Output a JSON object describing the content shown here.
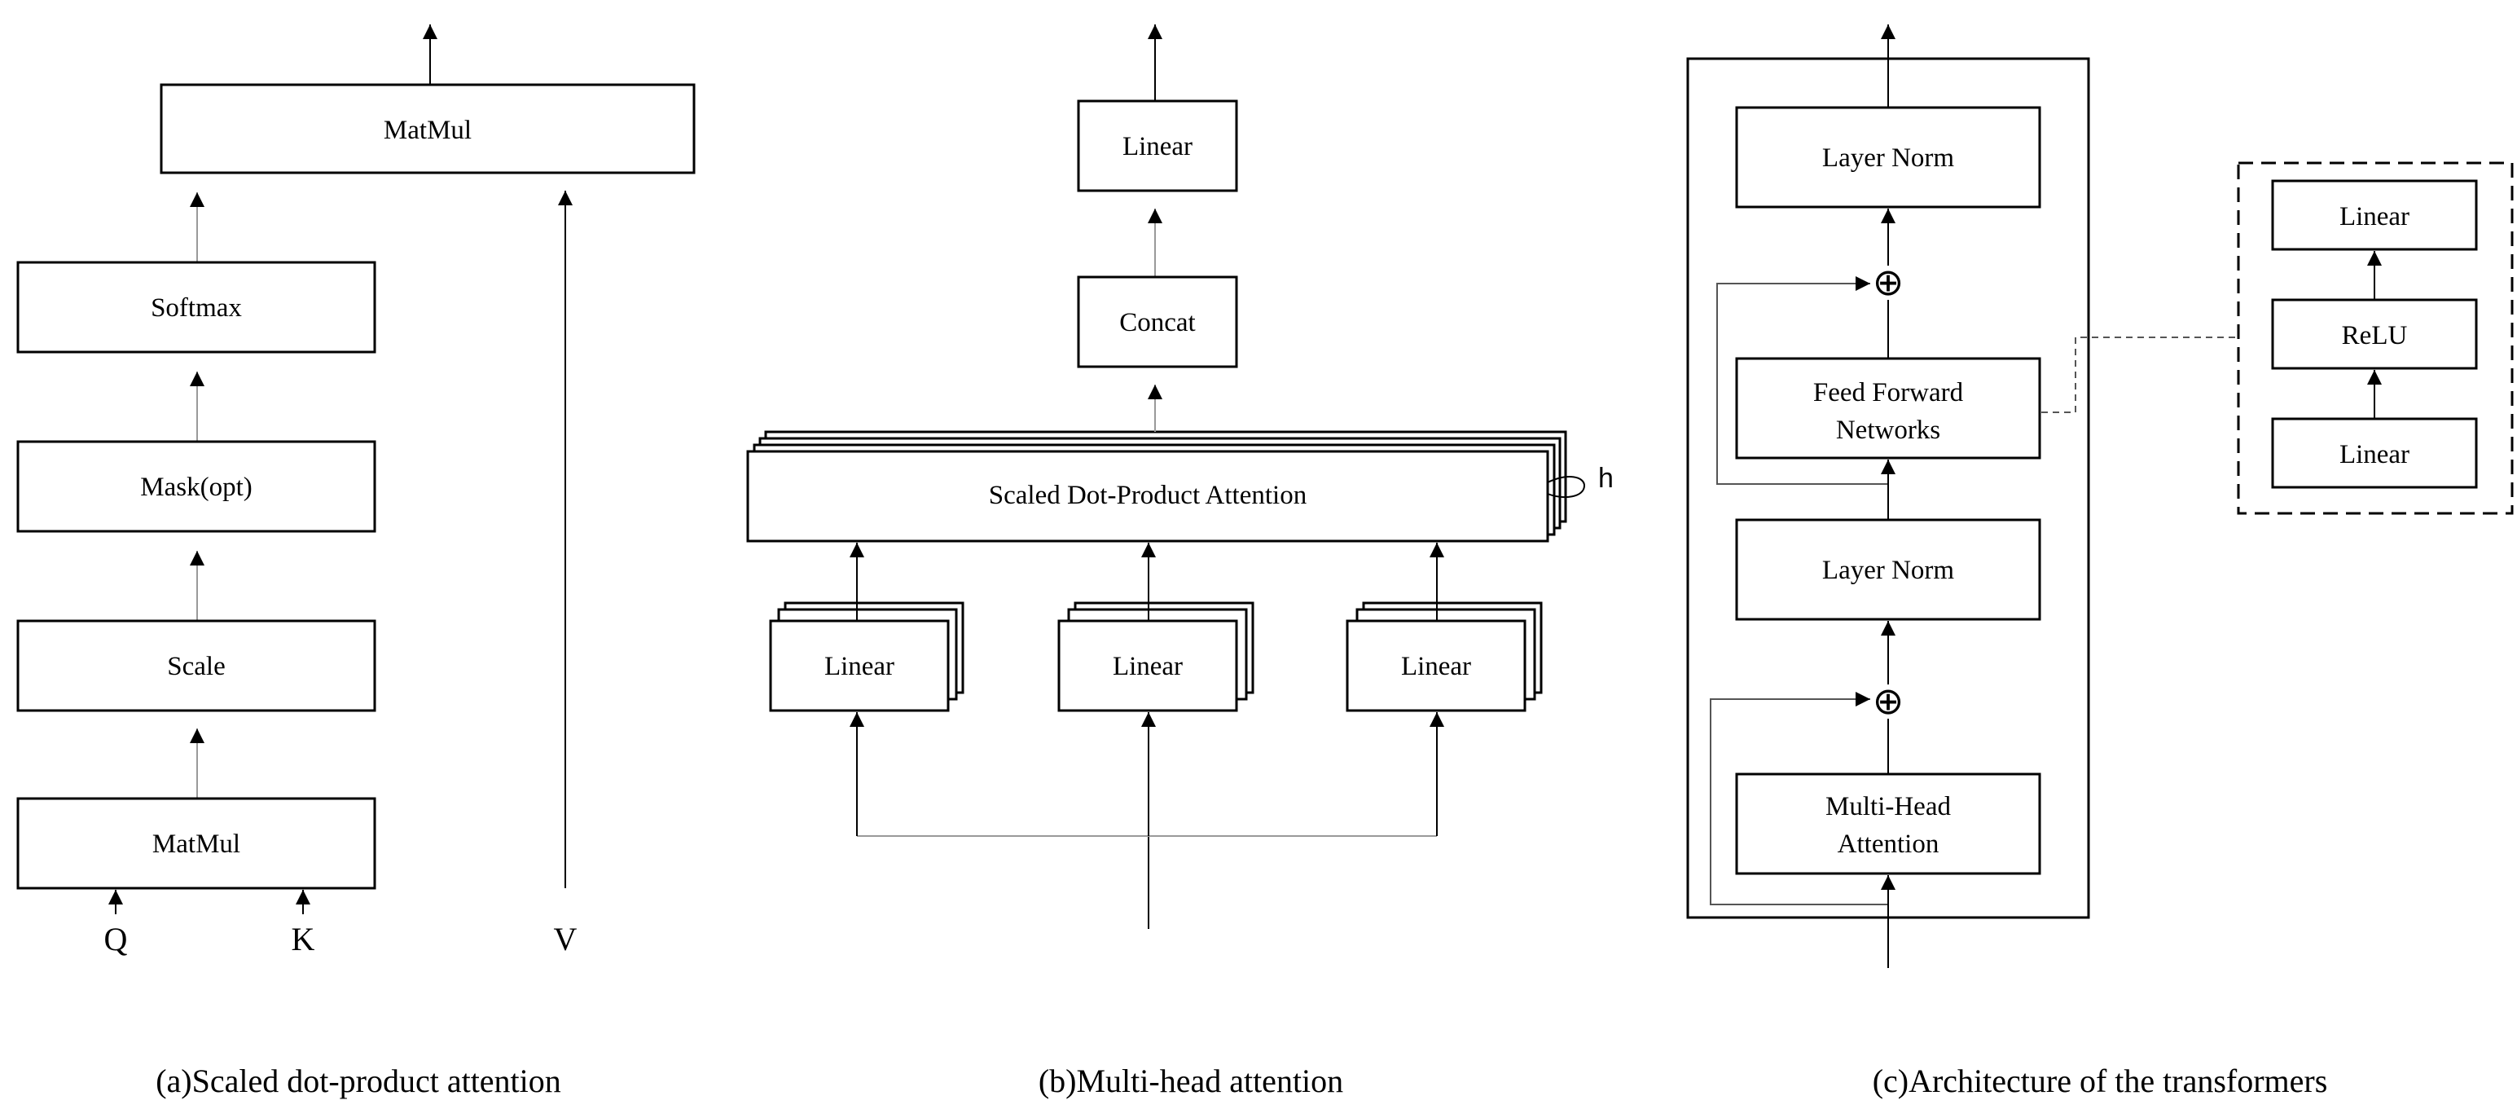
{
  "panel_a": {
    "matmul_top": "MatMul",
    "softmax": "Softmax",
    "mask": "Mask(opt)",
    "scale": "Scale",
    "matmul_bottom": "MatMul",
    "input_q": "Q",
    "input_k": "K",
    "input_v": "V",
    "caption": "(a)Scaled dot-product attention"
  },
  "panel_b": {
    "linear_out": "Linear",
    "concat": "Concat",
    "attention": "Scaled Dot-Product Attention",
    "heads": "h",
    "linear_1": "Linear",
    "linear_2": "Linear",
    "linear_3": "Linear",
    "caption": "(b)Multi-head attention"
  },
  "panel_c": {
    "layer_norm_top": "Layer Norm",
    "ffn_line1": "Feed Forward",
    "ffn_line2": "Networks",
    "layer_norm_bottom": "Layer Norm",
    "mha_line1": "Multi-Head",
    "mha_line2": "Attention",
    "add_symbol": "⊕",
    "ffn_detail": {
      "linear_top": "Linear",
      "relu": "ReLU",
      "linear_bottom": "Linear"
    },
    "caption": "(c)Architecture of the transformers"
  }
}
